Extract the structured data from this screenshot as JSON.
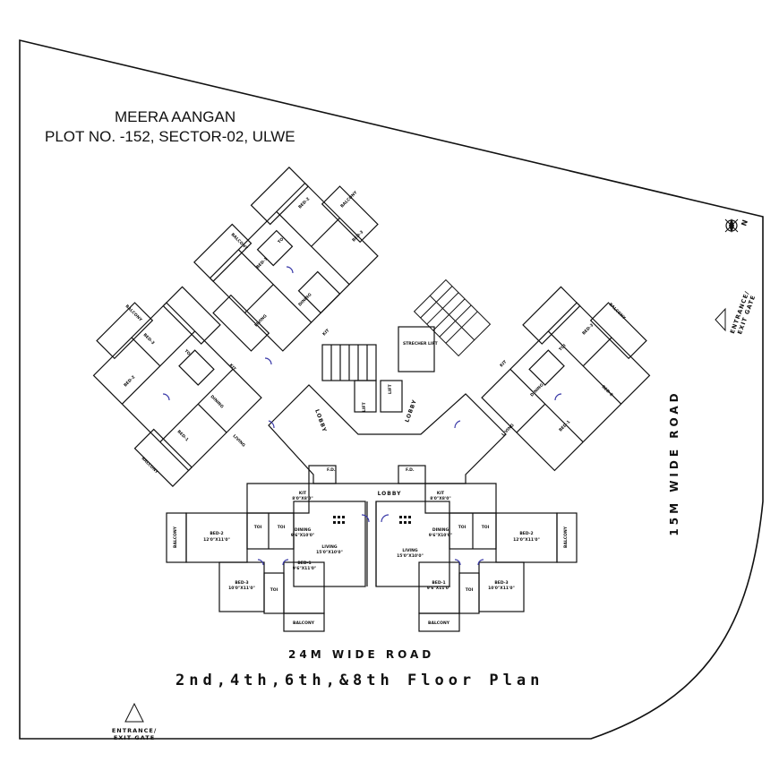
{
  "project": {
    "name": "MEERA AANGAN",
    "address": "PLOT NO. -152, SECTOR-02, ULWE"
  },
  "roads": {
    "bottom": "24M WIDE ROAD",
    "right": "15M WIDE ROAD"
  },
  "floor_plan_title": "2nd,4th,6th,&8th Floor Plan",
  "gates": {
    "right_line1": "ENTRANCE/",
    "right_line2": "EXIT GATE",
    "bottom_line1": "ENTRANCE/",
    "bottom_line2": "EXIT GATE"
  },
  "north_label": "N",
  "common": {
    "lobby_center": "LOBBY",
    "lobby_left": "LOBBY",
    "lobby_right": "LOBBY",
    "lift_1": "LIFT",
    "lift_2": "LIFT",
    "stretcher_lift": "STRECHER LIFT",
    "fd_left": "F.D.",
    "fd_right": "F.D."
  },
  "rooms": {
    "bottom_left": {
      "balcony_side": "BALCONY",
      "bed2": "BED-2",
      "bed2_size": "12'0\"X11'0\"",
      "kit": "KIT",
      "kit_size": "8'0\"X8'0\"",
      "toi_1": "TOI",
      "toi_2": "TOI",
      "dining": "DINING",
      "dining_size": "9'6\"X10'0\"",
      "living": "LIVING",
      "living_size": "15'0\"X10'0\"",
      "bed3": "BED-3",
      "bed3_size": "10'0\"X11'0\"",
      "bed1": "BED-1",
      "bed1_size": "9'6\"X11'0\"",
      "toi_3": "TOI",
      "balcony_bottom": "BALCONY"
    },
    "bottom_right": {
      "balcony_side": "BALCONY",
      "bed2": "BED-2",
      "bed2_size": "12'0\"X11'0\"",
      "kit": "KIT",
      "kit_size": "8'0\"X8'0\"",
      "toi_1": "TOI",
      "toi_2": "TOI",
      "dining": "DINING",
      "dining_size": "9'6\"X10'0\"",
      "living": "LIVING",
      "living_size": "15'0\"X10'0\"",
      "bed1": "BED-1",
      "bed1_size": "9'6\"X11'0\"",
      "bed3": "BED-3",
      "bed3_size": "10'0\"X11'0\"",
      "toi_3": "TOI",
      "balcony_bottom": "BALCONY"
    },
    "top_wing": {
      "balcony_1": "BALCONY",
      "balcony_2": "BALCONY",
      "bed1": "BED-1",
      "bed2": "BED-2",
      "bed3": "BED-3",
      "toi": "TOI",
      "kit": "KIT",
      "dining": "DINING",
      "living": "LIVING"
    },
    "left_wing": {
      "balcony_1": "BALCONY",
      "balcony_2": "BALCONY",
      "bed1": "BED-1",
      "bed2": "BED-2",
      "bed3": "BED-3",
      "toi": "TOI",
      "kit": "KIT",
      "dining": "DINING",
      "living": "LIVING"
    },
    "right_wing": {
      "balcony": "BALCONY",
      "bed1": "BED-1",
      "bed2": "BED-2",
      "bed3": "BED-3",
      "toi": "TOI",
      "kit": "KIT",
      "dining": "DINING",
      "living": "LIVING"
    }
  }
}
